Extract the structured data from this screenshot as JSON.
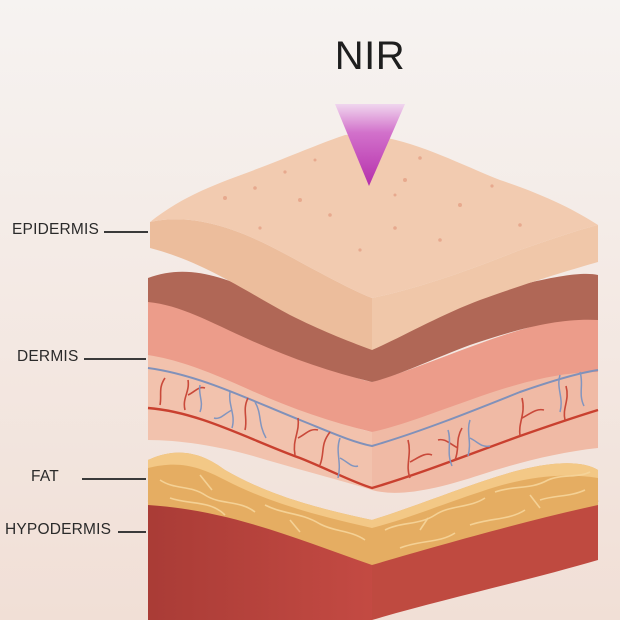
{
  "diagram": {
    "title": "NIR",
    "layers": [
      {
        "id": "epidermis",
        "label": "EPIDERMIS"
      },
      {
        "id": "dermis",
        "label": "DERMIS"
      },
      {
        "id": "fat",
        "label": "FAT"
      },
      {
        "id": "hypodermis",
        "label": "HYPODERMIS"
      }
    ]
  },
  "colors": {
    "background": "#f4ebe6",
    "epidermis_top": "#f2cdb0",
    "epidermis_side": "#e9b894",
    "dermis_dark": "#b36a58",
    "dermis_pink": "#ec9e8c",
    "dermis_light": "#f3c2ae",
    "vessel_blue": "#7d8fb8",
    "vessel_red": "#cf5342",
    "fat": "#e8b56a",
    "hypodermis": "#c0463e",
    "light_beam": "#c23fb5"
  }
}
